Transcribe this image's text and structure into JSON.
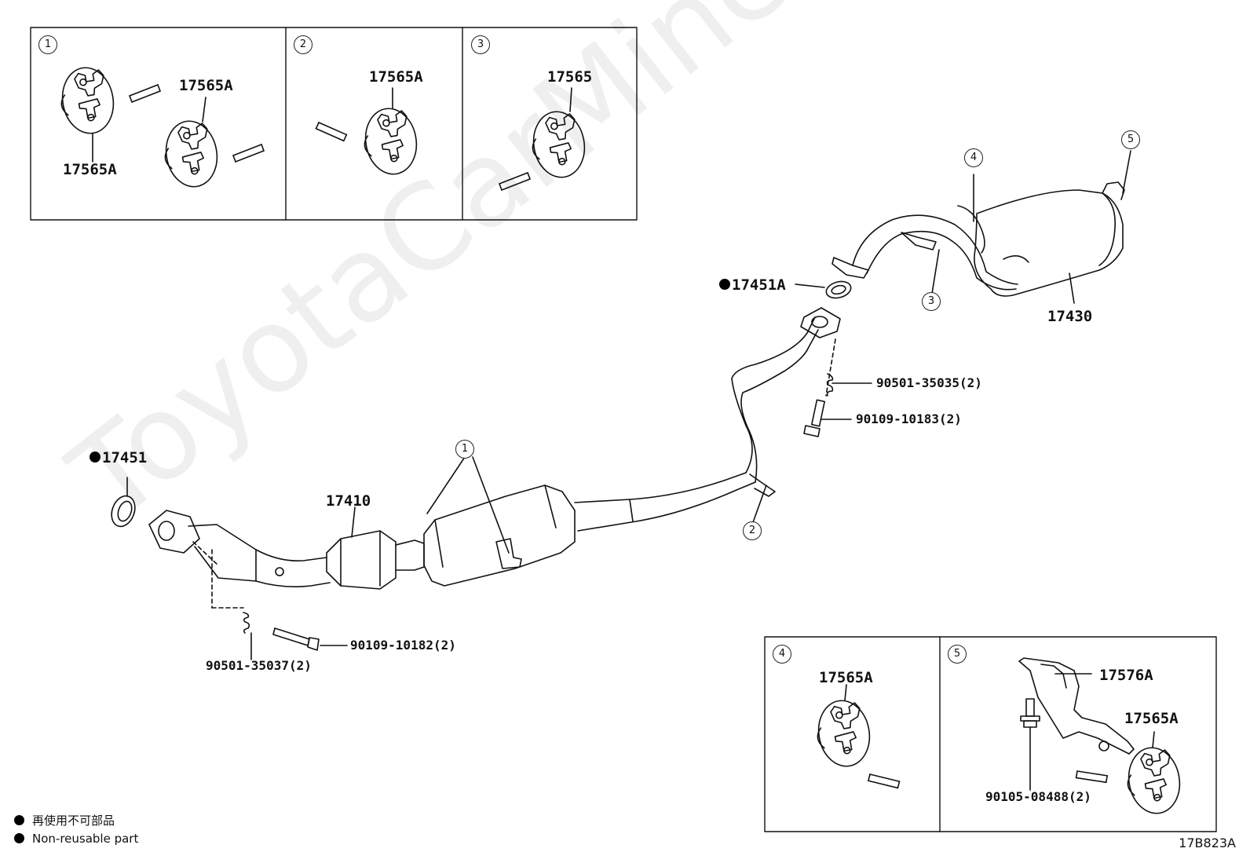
{
  "watermark": "ToyotaCarMine.ru",
  "diagram_code": "17B823A",
  "legend": {
    "jp": "再使用不可部品",
    "en": "Non-reusable part"
  },
  "callout_nums": {
    "c1": "1",
    "c2": "2",
    "c3": "3",
    "c4": "4",
    "c5": "5"
  },
  "insets": {
    "one": {
      "num": "1",
      "label_a": "17565A",
      "label_b": "17565A"
    },
    "two": {
      "num": "2",
      "label": "17565A"
    },
    "three": {
      "num": "3",
      "label": "17565"
    },
    "four": {
      "num": "4",
      "label": "17565A"
    },
    "five": {
      "num": "5",
      "bracket": "17576A",
      "insulator": "17565A",
      "bolt": "90105-08488(2)"
    }
  },
  "parts": {
    "gasket_front": "17451",
    "gasket_rear": "17451A",
    "front_pipe": "17410",
    "tail_pipe": "17430",
    "spring_rear": "90501-35035(2)",
    "bolt_rear": "90109-10183(2)",
    "spring_front": "90501-35037(2)",
    "bolt_front": "90109-10182(2)"
  }
}
